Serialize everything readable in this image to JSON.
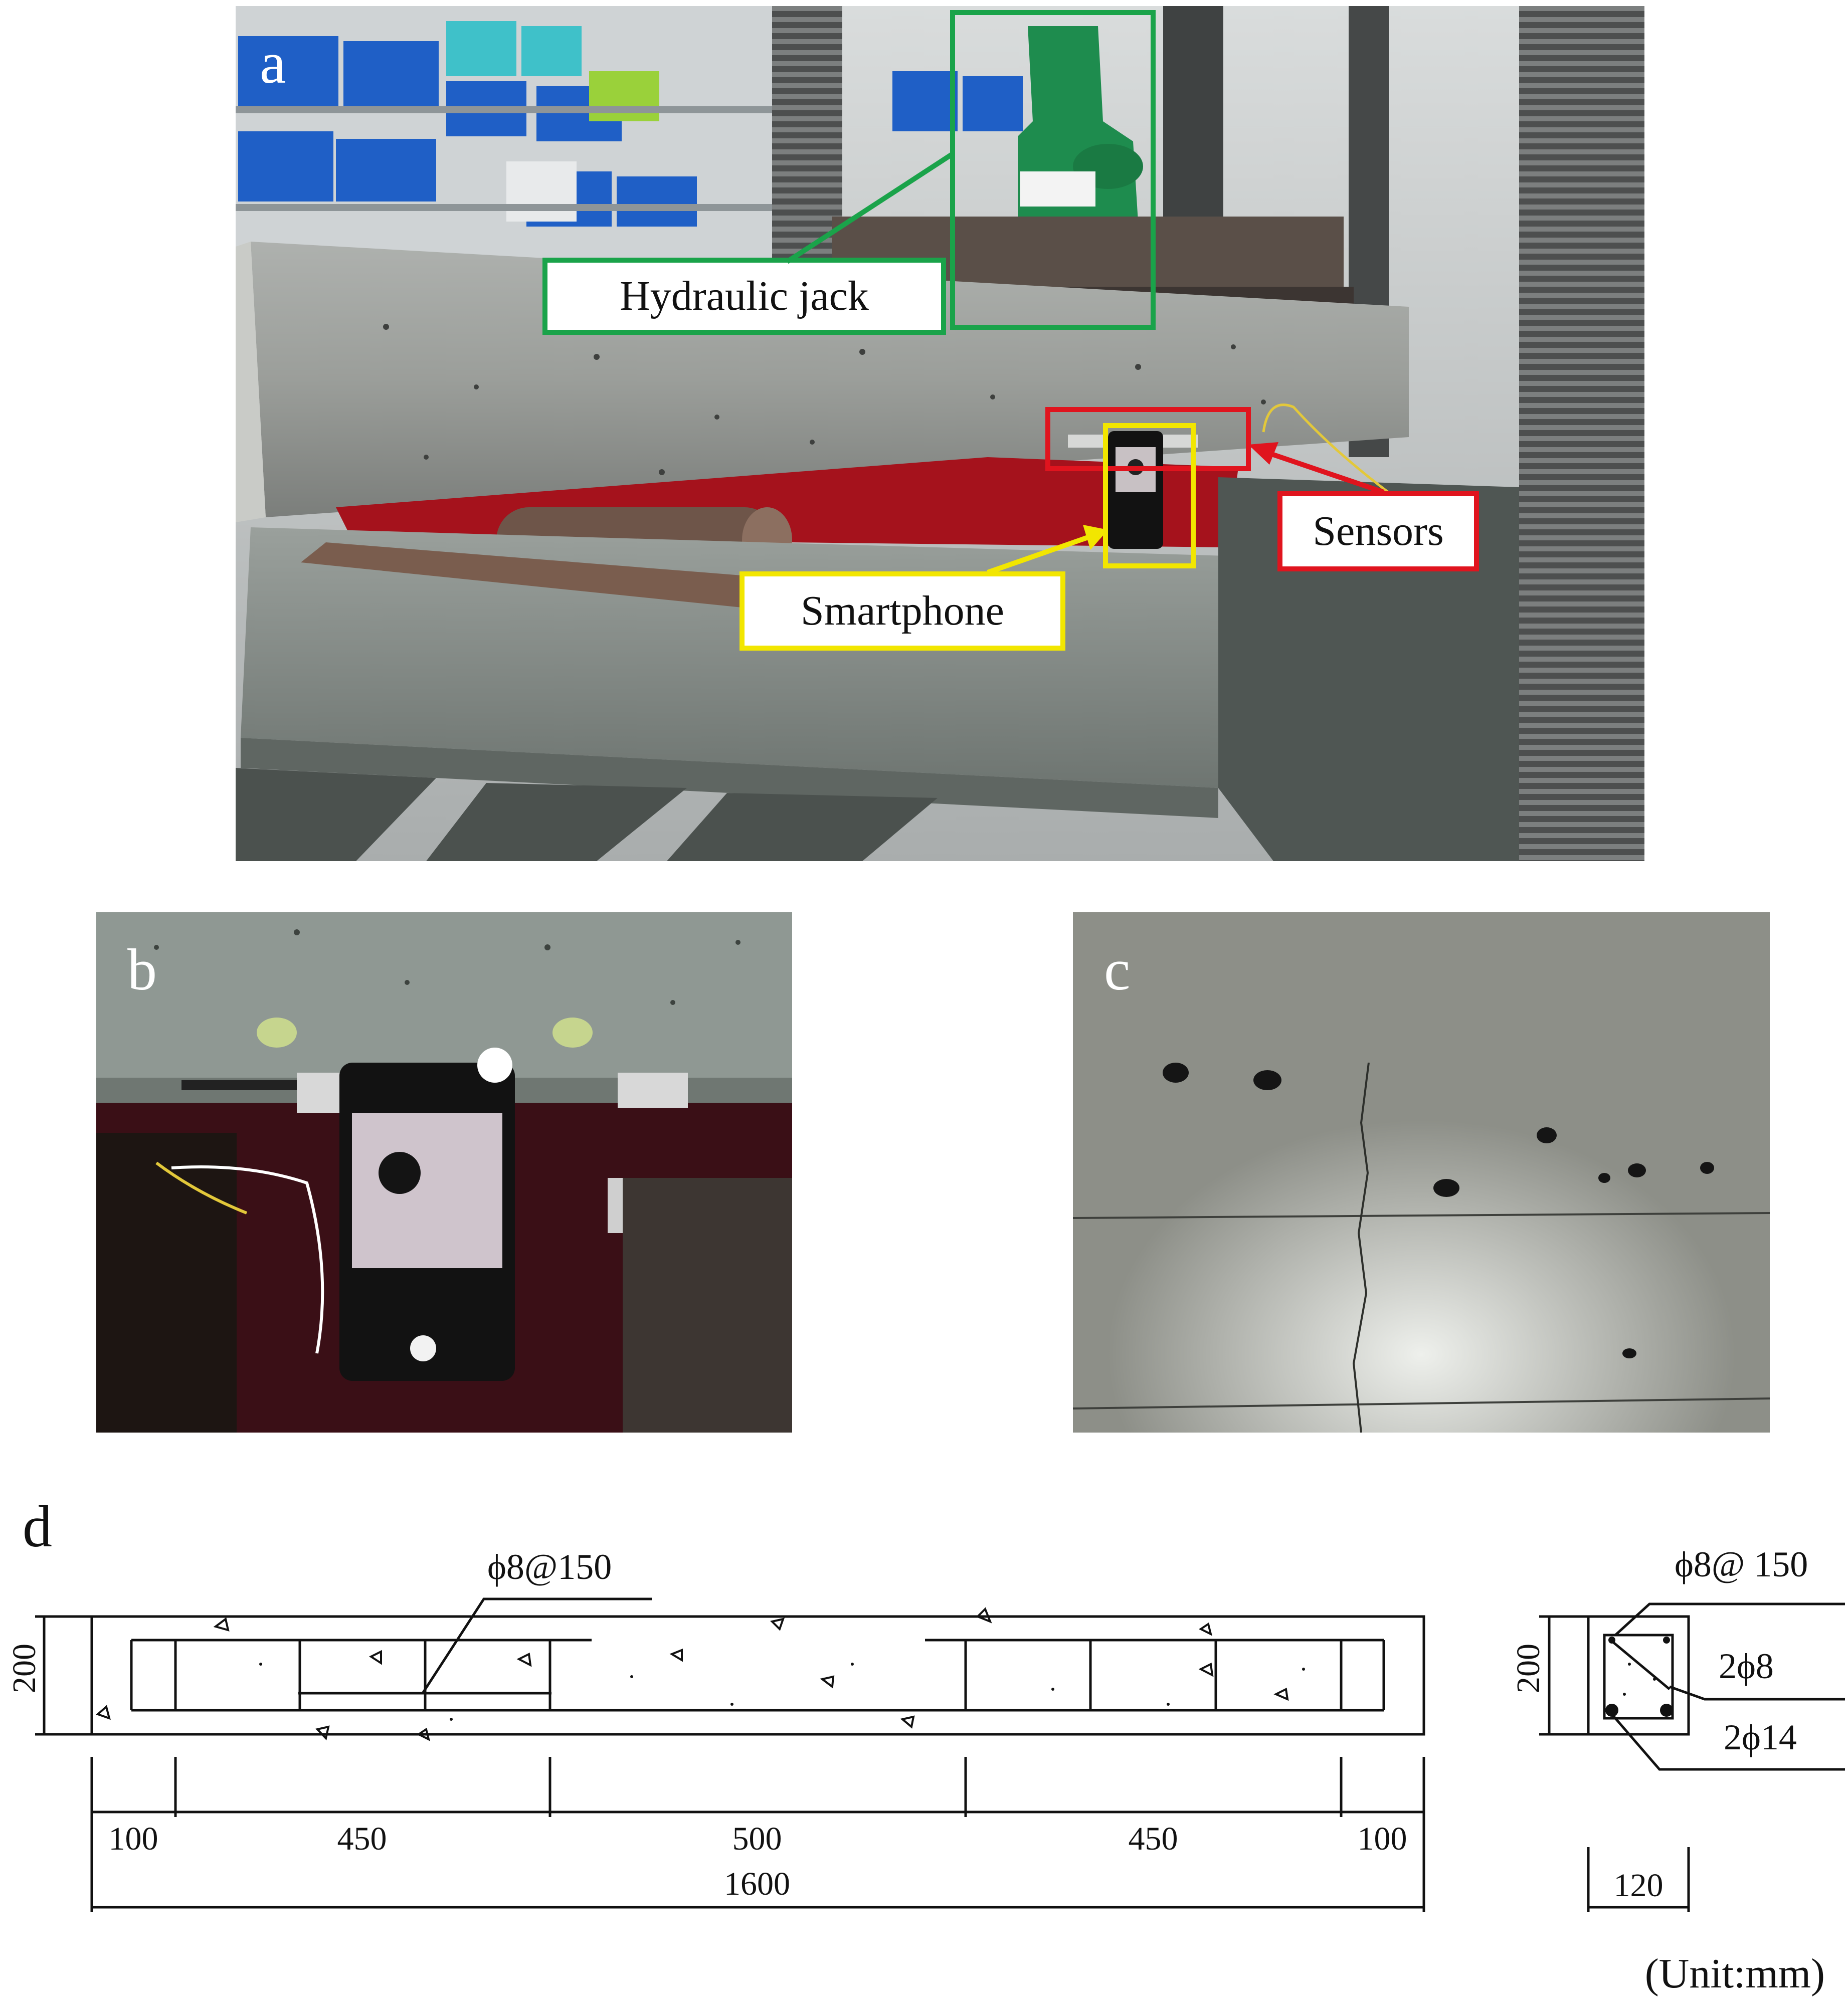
{
  "panels": {
    "a": {
      "letter": "a",
      "callouts": {
        "hydraulic_jack": "Hydraulic jack",
        "sensors": "Sensors",
        "smartphone": "Smartphone"
      }
    },
    "b": {
      "letter": "b"
    },
    "c": {
      "letter": "c"
    }
  },
  "drawing": {
    "letter": "d",
    "elevation": {
      "stirrup_label": "ϕ8@150",
      "height_dim": "200",
      "segment_dims": [
        "100",
        "450",
        "500",
        "450",
        "100"
      ],
      "total_length": "1600"
    },
    "section": {
      "stirrup_label": "ϕ8@ 150",
      "height_dim": "200",
      "top_bars": "2ϕ8",
      "bottom_bars": "2ϕ14",
      "width_dim": "120"
    },
    "unit": "(Unit:mm)"
  },
  "colors": {
    "jack_box": "#1aa34a",
    "sensor_box": "#e0141e",
    "phone_box": "#f2e600"
  }
}
